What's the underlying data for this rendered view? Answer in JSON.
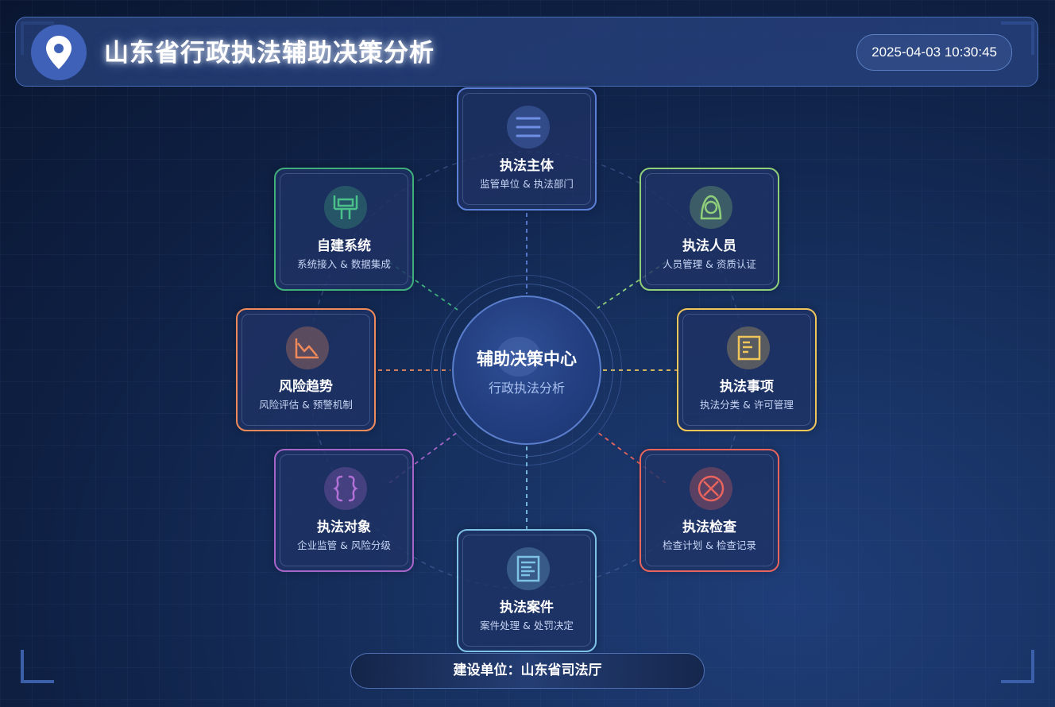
{
  "header": {
    "title": "山东省行政执法辅助决策分析",
    "datetime": "2025-04-03 10:30:45",
    "logo_icon": "location-pin-icon"
  },
  "center": {
    "title": "辅助决策中心",
    "subtitle": "行政执法分析"
  },
  "nodes": [
    {
      "id": "subject",
      "title": "执法主体",
      "subtitle": "监管单位 & 执法部门",
      "color": "#5b7fd6",
      "icon": "menu-icon"
    },
    {
      "id": "personnel",
      "title": "执法人员",
      "subtitle": "人员管理 & 资质认证",
      "color": "#8fcf7a",
      "icon": "person-icon"
    },
    {
      "id": "matters",
      "title": "执法事项",
      "subtitle": "执法分类 & 许可管理",
      "color": "#f0c65a",
      "icon": "document-list-icon"
    },
    {
      "id": "inspection",
      "title": "执法检查",
      "subtitle": "检查计划 & 检查记录",
      "color": "#e8645c",
      "icon": "close-circle-icon"
    },
    {
      "id": "cases",
      "title": "执法案件",
      "subtitle": "案件处理 & 处罚决定",
      "color": "#7ec2e8",
      "icon": "file-icon"
    },
    {
      "id": "objects",
      "title": "执法对象",
      "subtitle": "企业监管 & 风险分级",
      "color": "#a565c8",
      "icon": "braces-icon"
    },
    {
      "id": "risk",
      "title": "风险趋势",
      "subtitle": "风险评估 & 预警机制",
      "color": "#f08a5a",
      "icon": "trend-down-icon"
    },
    {
      "id": "selfbuilt",
      "title": "自建系统",
      "subtitle": "系统接入 & 数据集成",
      "color": "#3fae7c",
      "icon": "monitor-icon"
    }
  ],
  "footer": {
    "label": "建设单位：山东省司法厅"
  }
}
